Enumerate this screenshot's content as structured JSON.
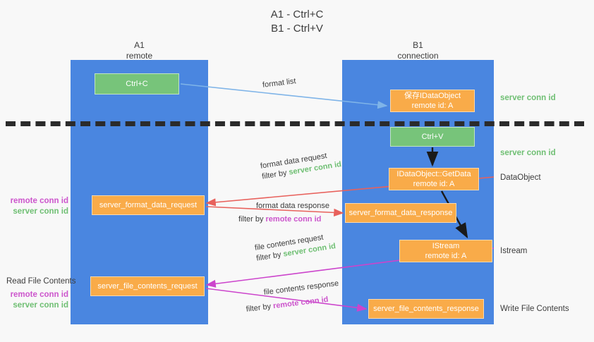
{
  "title": {
    "line1": "A1 - Ctrl+C",
    "line2": "B1 - Ctrl+V"
  },
  "lanes": [
    {
      "name": "A1",
      "subtitle": "remote"
    },
    {
      "name": "B1",
      "subtitle": "connection"
    }
  ],
  "boxes": {
    "ctrl_c": {
      "label": "Ctrl+C"
    },
    "save_dataobject": {
      "line1": "保存IDataObject",
      "line2": "remote id: A"
    },
    "ctrl_v": {
      "label": "Ctrl+V"
    },
    "getdata": {
      "line1": "IDataObject::GetData",
      "line2": "remote id: A"
    },
    "server_format_data_request": {
      "label": "server_format_data_request"
    },
    "server_format_data_response": {
      "label": "server_format_data_response"
    },
    "istream": {
      "line1": "IStream",
      "line2": "remote id: A"
    },
    "server_file_contents_request": {
      "label": "server_file_contents_request"
    },
    "server_file_contents_response": {
      "label": "server_file_contents_response"
    }
  },
  "edge_labels": {
    "format_list": "format list",
    "format_data_request": "format data request",
    "format_data_request_filter_prefix": "filter by ",
    "format_data_request_filter_value": "server conn id",
    "format_data_response": "format data response",
    "format_data_response_filter_prefix": "filter by ",
    "format_data_response_filter_value": "remote conn id",
    "file_contents_request": "file contents request",
    "file_contents_request_filter_prefix": "filter by ",
    "file_contents_request_filter_value": "server conn id",
    "file_contents_response": "file contents response",
    "file_contents_response_filter_prefix": "filter by ",
    "file_contents_response_filter_value": "remote conn id"
  },
  "side_labels": {
    "server_conn_id_1": "server conn id",
    "server_conn_id_2": "server conn id",
    "dataobject": "DataObject",
    "istream": "Istream",
    "write_file_contents": "Write File Contents",
    "read_file_contents": "Read File Contents",
    "remote_conn_id_left_1": "remote conn id",
    "server_conn_id_left_1": "server conn id",
    "remote_conn_id_left_2": "remote conn id",
    "server_conn_id_left_2": "server conn id"
  },
  "colors": {
    "lane": "#4a86e0",
    "green_box": "#77c47a",
    "orange_box": "#f9ab49",
    "green_text": "#6fbf73",
    "purple_text": "#cc55cc",
    "red_arrow": "#e8615c",
    "magenta_arrow": "#cc44cc",
    "blue_arrow": "#7fb4e8",
    "black_arrow": "#1a1a1a"
  }
}
